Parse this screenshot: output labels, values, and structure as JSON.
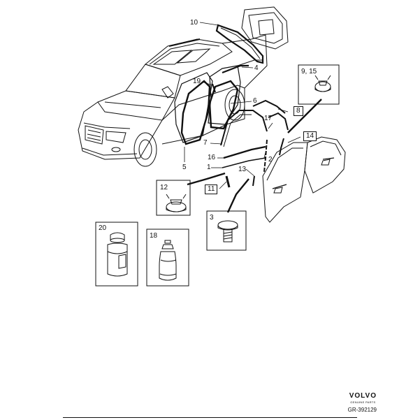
{
  "callouts": {
    "c10": "10",
    "c4": "4",
    "c19": "19",
    "c6": "6",
    "c9_15": "9, 15",
    "c8": "8",
    "c17": "17",
    "c14": "14",
    "c7": "7",
    "c16": "16",
    "c2": "2",
    "c1": "1",
    "c13": "13",
    "c5": "5",
    "c12": "12",
    "c11": "11",
    "c3": "3",
    "c20": "20",
    "c18": "18"
  },
  "brand": {
    "logo": "VOLVO",
    "tagline": "GENUINE PARTS"
  },
  "figure_code": "GR-392129",
  "colors": {
    "line": "#111111",
    "background": "#ffffff"
  }
}
